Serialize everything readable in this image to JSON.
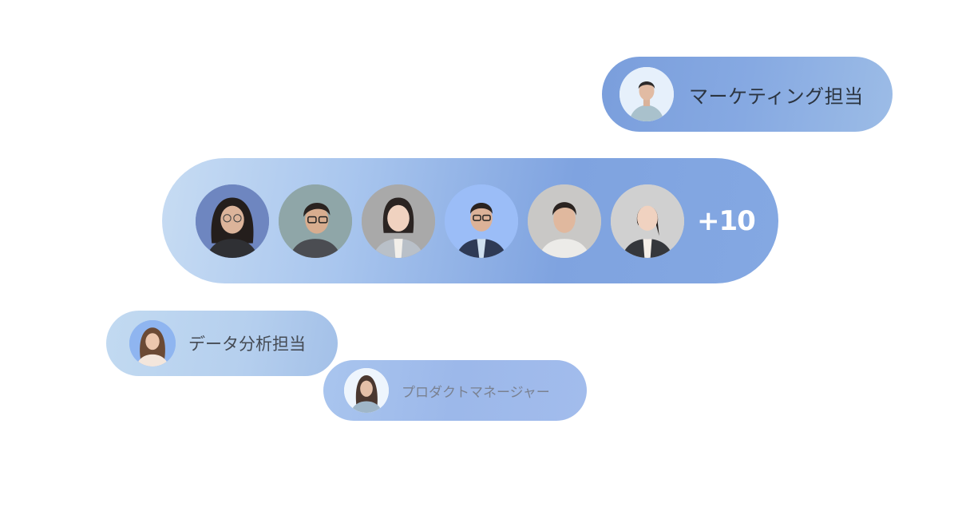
{
  "marketing_card": {
    "label": "マーケティング担当",
    "avatar_bg": "#e6f0fb",
    "icon": "person-avatar"
  },
  "team_card": {
    "members": [
      {
        "avatar_bg": "#6e86c0",
        "icon": "person-avatar"
      },
      {
        "avatar_bg": "#8fa6a8",
        "icon": "person-avatar"
      },
      {
        "avatar_bg": "#a9a9a9",
        "icon": "person-avatar"
      },
      {
        "avatar_bg": "#9bbdf7",
        "icon": "person-avatar"
      },
      {
        "avatar_bg": "#c9c8c6",
        "icon": "person-avatar"
      },
      {
        "avatar_bg": "#d0d0d0",
        "icon": "person-avatar"
      }
    ],
    "more_count": "+10"
  },
  "data_card": {
    "label": "データ分析担当",
    "avatar_bg": "#8fb5f0",
    "icon": "person-avatar"
  },
  "pm_card": {
    "label": "プロダクトマネージャー",
    "avatar_bg": "#eef5fd",
    "icon": "person-avatar"
  }
}
